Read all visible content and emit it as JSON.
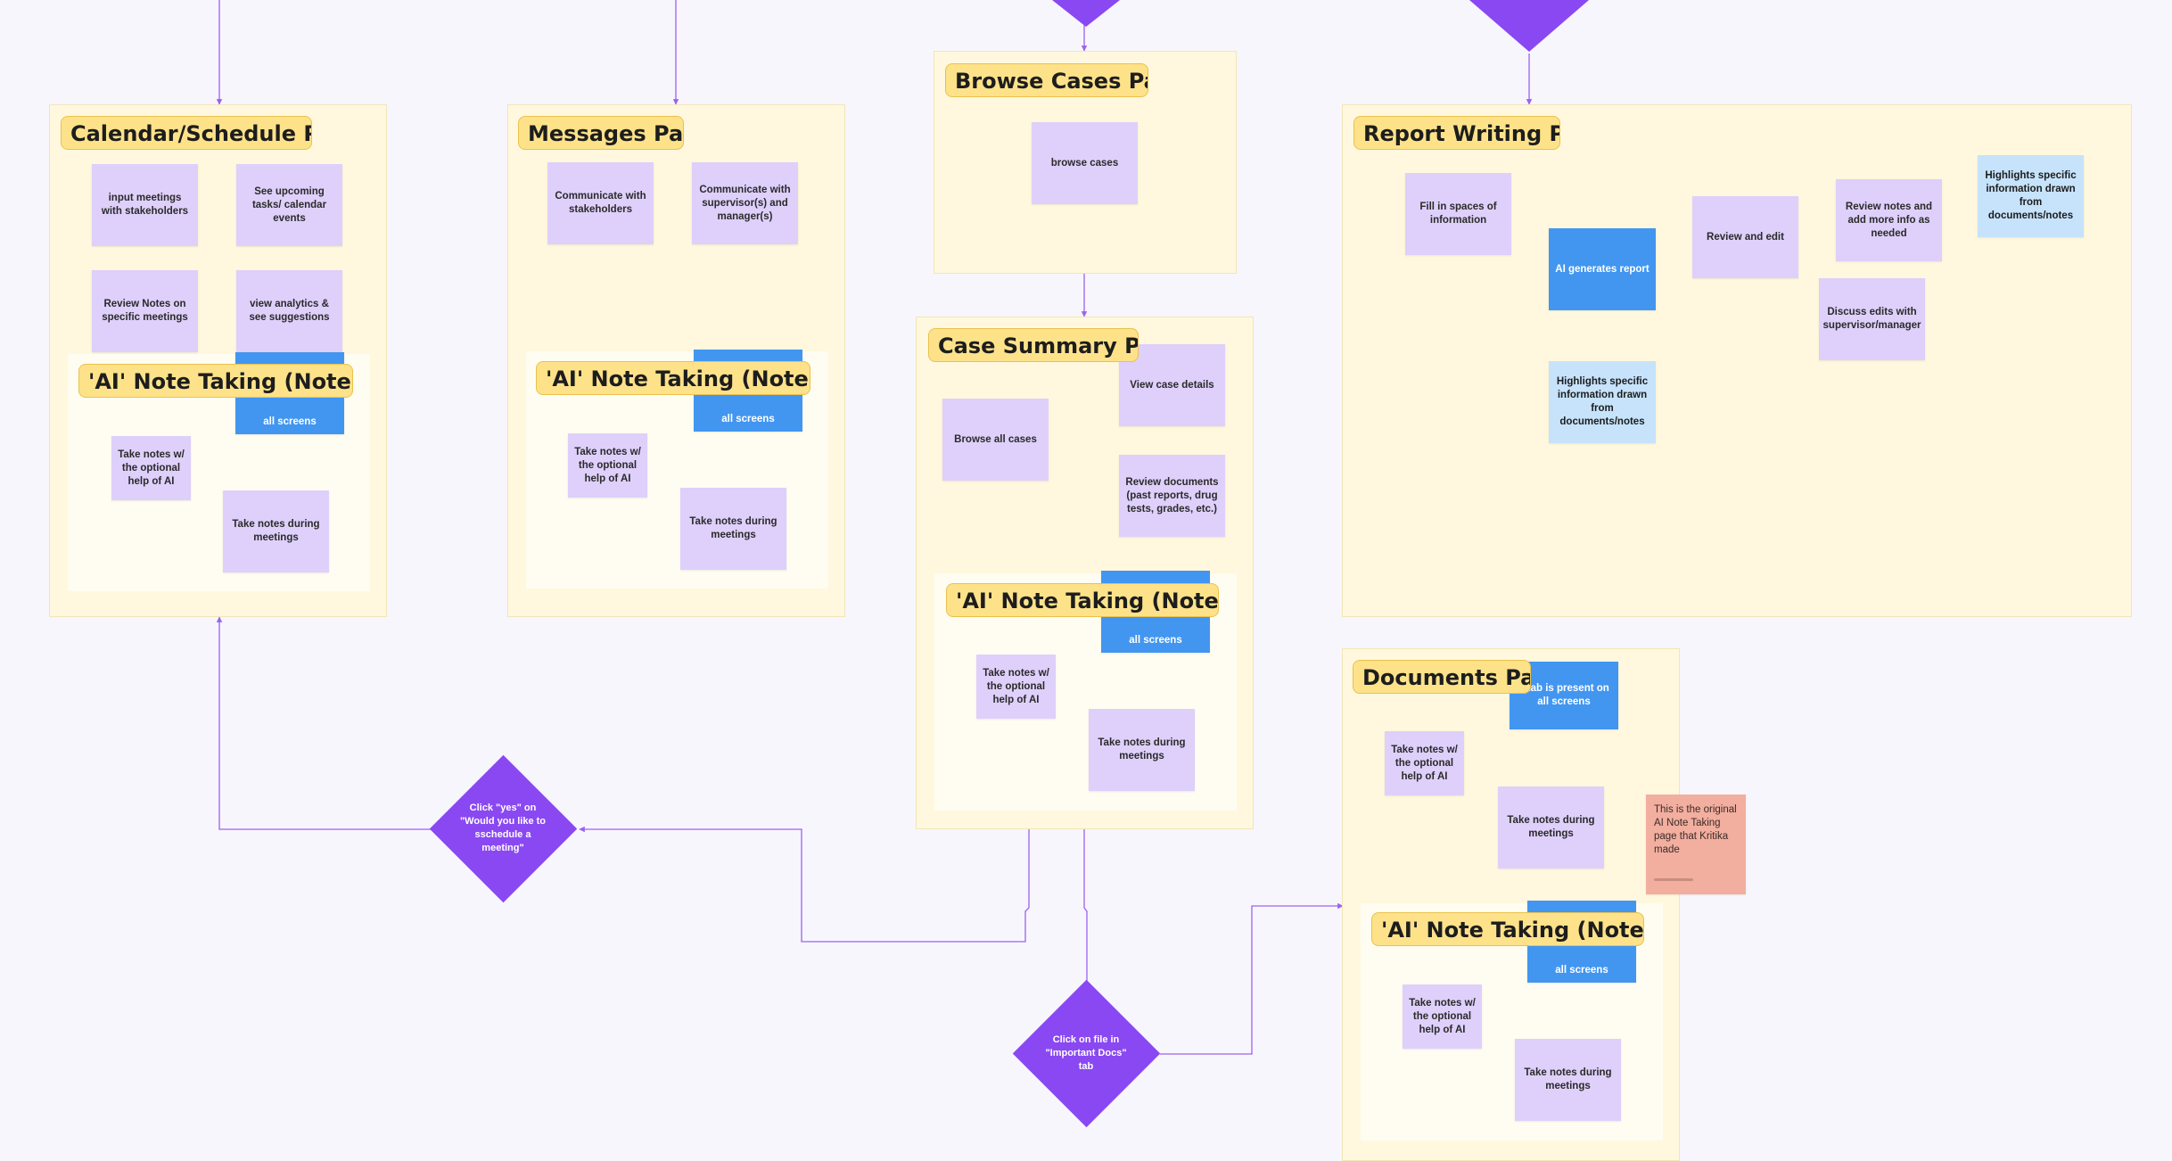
{
  "colors": {
    "canvas": "#f8f6fd",
    "section": "#fff8de",
    "title": "#fde28a",
    "sticky_purple": "#ded0fb",
    "sticky_blue": "#4296f0",
    "sticky_lightblue": "#c6e3fb",
    "sticky_red": "#f2ae9f",
    "decision": "#8a48f2",
    "connector": "#9a63ee"
  },
  "sections": {
    "calendar": {
      "title": "Calendar/Schedule Page",
      "notes": [
        "input meetings with stakeholders",
        "See upcoming tasks/ calendar events",
        "Review Notes on specific meetings",
        "view analytics & see suggestions"
      ],
      "ai": {
        "title": "'AI' Note Taking (Noteboo...",
        "tab_note": "all screens",
        "notes": [
          "Take notes w/ the optional help of AI",
          "Take notes during meetings"
        ]
      }
    },
    "messages": {
      "title": "Messages Page",
      "notes": [
        "Communicate with stakeholders",
        "Communicate with supervisor(s) and manager(s)"
      ],
      "ai": {
        "title": "'AI' Note Taking (Noteboo...",
        "tab_note": "all screens",
        "notes": [
          "Take notes w/ the optional help of AI",
          "Take notes during meetings"
        ]
      }
    },
    "browse": {
      "title": "Browse Cases Page",
      "notes": [
        "browse cases"
      ]
    },
    "case_summary": {
      "title": "Case Summary Page",
      "notes": [
        "View case details",
        "Browse all cases",
        "Review documents (past reports, drug tests, grades, etc.)"
      ],
      "ai": {
        "title": "'AI' Note Taking (Noteboo...",
        "tab_note": "all screens",
        "notes": [
          "Take notes w/ the optional help of AI",
          "Take notes during meetings"
        ]
      }
    },
    "report": {
      "title": "Report Writing Page",
      "notes": [
        "Fill in spaces of information",
        "AI generates report",
        "Review and edit",
        "Review notes and add more info as needed",
        "Highlights specific information drawn from documents/notes",
        "Discuss edits with supervisor/manager",
        "Highlights specific information drawn from documents/notes"
      ]
    },
    "documents": {
      "title": "Documents Page",
      "tab_note": "s tab is present on all screens",
      "notes": [
        "Take notes w/ the optional help of AI",
        "Take notes during meetings"
      ],
      "comment": "This is the original AI Note Taking page that Kritika made",
      "ai": {
        "title": "'AI' Note Taking (Noteboo...",
        "tab_note": "all screens",
        "notes": [
          "Take notes w/ the optional help of AI",
          "Take notes during meetings"
        ]
      }
    }
  },
  "decisions": {
    "schedule": "Click \"yes\" on \"Would you like to sschedule a meeting\"",
    "file": "Click on file in \"Important Docs\" tab"
  }
}
